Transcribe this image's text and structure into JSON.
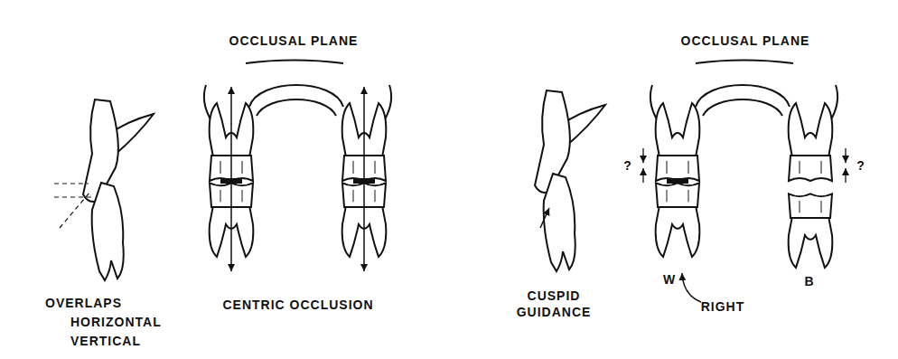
{
  "diagram": {
    "labels": [
      "OCCLUSAL PLANE",
      "OVERLAPS",
      "HORIZONTAL",
      "VERTICAL",
      "CENTRIC OCCLUSION",
      "OCCLUSAL PLANE",
      "CUSPID GUIDANCE",
      "?",
      "W",
      "B",
      "RIGHT",
      "?"
    ]
  }
}
